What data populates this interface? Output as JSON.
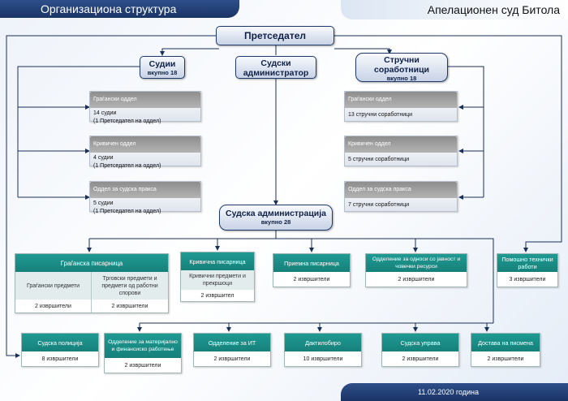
{
  "header": {
    "left_title": "Организациона структура",
    "right_title": "Апелационен суд Битола"
  },
  "footer": {
    "date": "11.02.2020 година"
  },
  "president": {
    "title": "Претседател"
  },
  "judges": {
    "title": "Судии",
    "total": "вкупно 18"
  },
  "court_admin": {
    "title": "Судски администратор"
  },
  "associates": {
    "title": "Стручни соработници",
    "total": "вкупно 18"
  },
  "judges_departments": [
    {
      "name": "Граѓански оддел",
      "line1": "14 судии",
      "line2": "(1 Претседател на оддел)"
    },
    {
      "name": "Кривичен оддел",
      "line1": "4 судии",
      "line2": "(1 Претседател на оддел)"
    },
    {
      "name": "Оддел за судска пракса",
      "line1": "5 судии",
      "line2": "(1 Претседател на оддел)"
    }
  ],
  "associates_departments": [
    {
      "name": "Граѓански оддел",
      "line1": "13 стручни соработници"
    },
    {
      "name": "Кривичен оддел",
      "line1": "5 стручни соработници"
    },
    {
      "name": "Оддел за судска пракса",
      "line1": "7 стручни соработници"
    }
  ],
  "administration": {
    "title": "Судска администрација",
    "total": "вкупно 28"
  },
  "row1": {
    "civil_registry": {
      "title": "Граѓанска писарница",
      "sub1": "Граѓански предмети",
      "sub2": "Трговски предмети и предмети од работни спорови",
      "count1": "2 извршители",
      "count2": "2 извршители"
    },
    "criminal_registry": {
      "title": "Кривична писарница",
      "sub": "Кривични предмети и прекршоци",
      "count": "2 извршител"
    },
    "intake_registry": {
      "title": "Приемна писарница",
      "count": "2 извршители"
    },
    "pr_dept": {
      "title": "Одделение за односи со јавност и човечки ресурси",
      "count": "2 извршители"
    },
    "tech_support": {
      "title": "Помошно технички работи",
      "count": "3 извршители"
    }
  },
  "row2": [
    {
      "title": "Судска полиција",
      "count": "8 извршители"
    },
    {
      "title": "Одделение за материјално и финансиско работење",
      "count": "2 извршители"
    },
    {
      "title": "Одделение за ИТ",
      "count": "2 извршители"
    },
    {
      "title": "Дактилобиро",
      "count": "10 извршители"
    },
    {
      "title": "Судска управа",
      "count": "2 извршители"
    },
    {
      "title": "Достава на писмена",
      "count": "2 извршители"
    }
  ],
  "colors": {
    "navy": "#1b3466",
    "teal": "#1f9a93",
    "grey_header": "#9a9a9a",
    "wire": "#1a2f5a"
  }
}
